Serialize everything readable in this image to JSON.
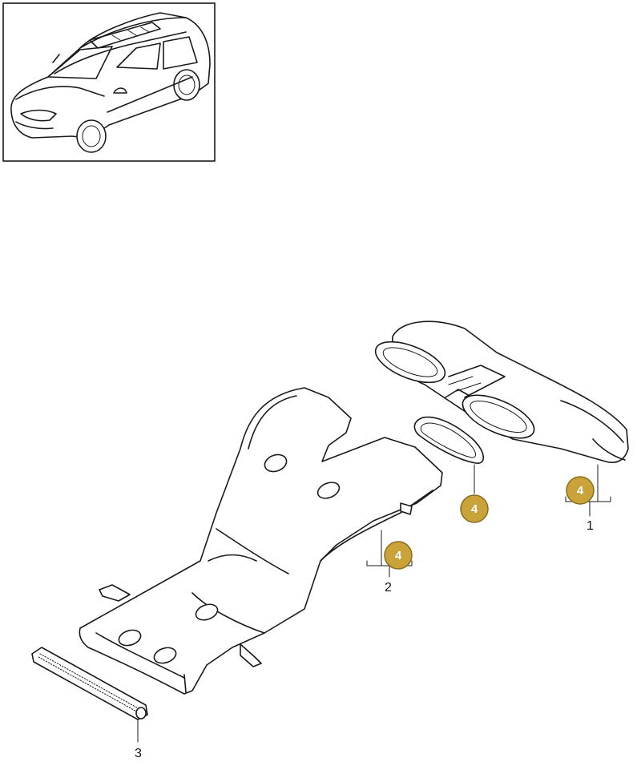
{
  "colors": {
    "badge_fill": "#c9a23a",
    "badge_stroke": "#8a6d1c",
    "line": "#1a1a1a"
  },
  "callouts": [
    {
      "id": "callout-1",
      "label": "1"
    },
    {
      "id": "callout-2",
      "label": "2"
    },
    {
      "id": "callout-3",
      "label": "3"
    }
  ],
  "badges": [
    {
      "id": "badge-a",
      "label": "4"
    },
    {
      "id": "badge-b",
      "label": "4"
    },
    {
      "id": "badge-c",
      "label": "4"
    }
  ]
}
